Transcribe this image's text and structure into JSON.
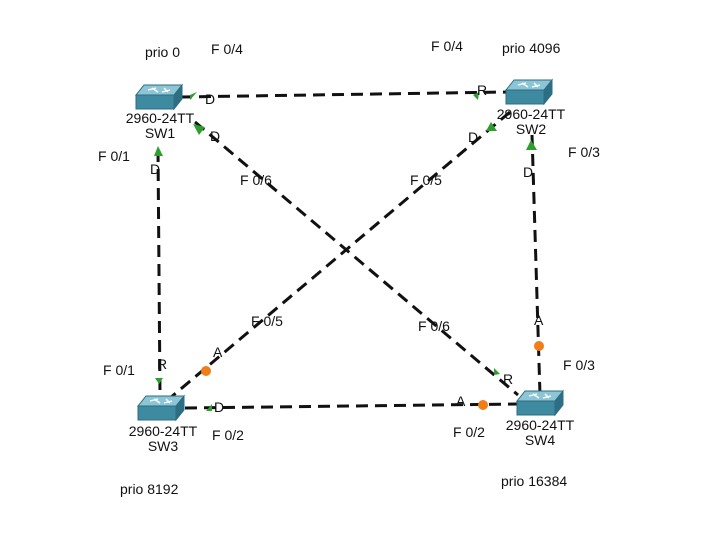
{
  "colors": {
    "link": "#111111",
    "forwarding": "#2e9e2e",
    "blocking": "#f07d1a",
    "switch_top": "#5fa3b8",
    "switch_side": "#3a7f95"
  },
  "switches": [
    {
      "id": "sw1",
      "model": "2960-24TT",
      "name": "SW1",
      "priority": "prio 0"
    },
    {
      "id": "sw2",
      "model": "2960-24TT",
      "name": "SW2",
      "priority": "prio 4096"
    },
    {
      "id": "sw3",
      "model": "2960-24TT",
      "name": "SW3",
      "priority": "prio 8192"
    },
    {
      "id": "sw4",
      "model": "2960-24TT",
      "name": "SW4",
      "priority": "prio 16384"
    }
  ],
  "ports": {
    "sw1_f04": "F 0/4",
    "sw2_f04": "F 0/4",
    "sw1_f01": "F 0/1",
    "sw3_f01": "F 0/1",
    "sw1_f06": "F 0/6",
    "sw4_f06": "F 0/6",
    "sw2_f05": "F 0/5",
    "sw3_f05": "F 0/5",
    "sw2_f03": "F 0/3",
    "sw4_f03": "F 0/3",
    "sw3_f02": "F 0/2",
    "sw4_f02": "F 0/2"
  },
  "port_roles": {
    "sw1_f04": "D",
    "sw2_f04": "R",
    "sw1_f06": "D",
    "sw4_f06": "R",
    "sw1_f01": "D",
    "sw3_f01": "R",
    "sw2_f05": "D",
    "sw3_f05": "A",
    "sw2_f03": "D",
    "sw4_f03": "A",
    "sw3_f02": "D",
    "sw4_f02": "A"
  }
}
